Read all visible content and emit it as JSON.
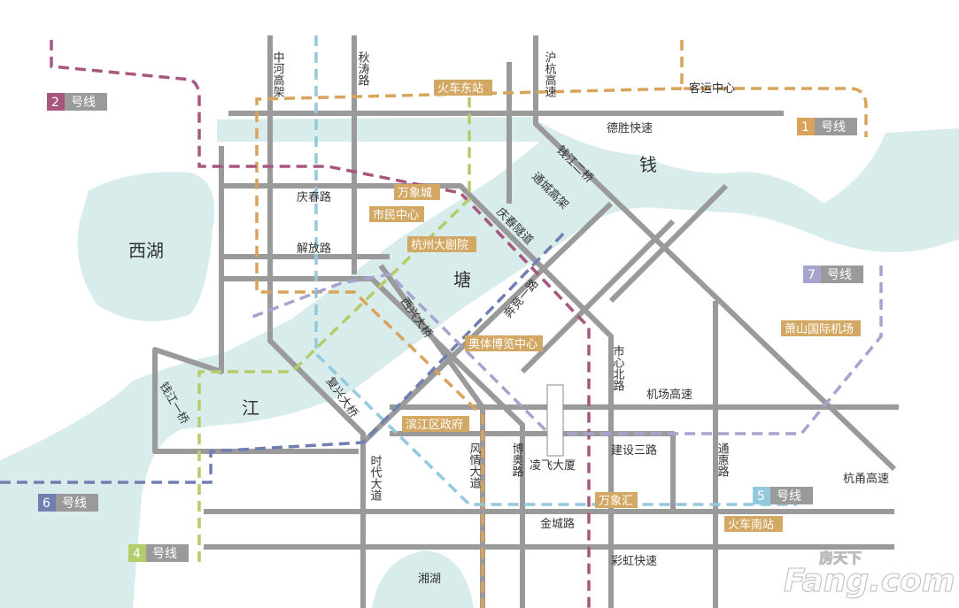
{
  "colors": {
    "road": "#9a9a9a",
    "water": "#d8ecec",
    "station_bg": "#d3a864",
    "line1": "#d9a35c",
    "line2": "#a7567d",
    "line4": "#b4cc6a",
    "line5": "#92c9dd",
    "line6": "#6f7fb2",
    "line7": "#a7a3cf",
    "label_bg": "#9a9a9a"
  },
  "areas": {
    "west_lake": "西湖",
    "qian": "钱",
    "tang": "塘",
    "jiang": "江",
    "xiang_lake": "湘湖"
  },
  "roads": {
    "zhonghe": "中河高架",
    "qiutao": "秋涛路",
    "huhang": "沪杭高速",
    "desheng": "德胜快速",
    "qingchun": "庆春路",
    "jiefang": "解放路",
    "qianjiang2": "钱江二桥",
    "shangchang": "通城高架",
    "qingchun_tunnel": "庆春隧道",
    "xixing": "西兴大桥",
    "benjing": "奔竞一路",
    "shixin": "市心北路",
    "airport": "机场高速",
    "fuxing": "复兴大桥",
    "qianjiang1": "钱江一桥",
    "shidai": "时代大道",
    "fengqing": "风情大道",
    "boao": "博奥路",
    "jianshe3": "建设三路",
    "tonghui": "通惠路",
    "hangyong": "杭甬高速",
    "jincheng": "金城路",
    "caihong": "彩虹快速"
  },
  "stations": {
    "east": "火车东站",
    "bus": "客运中心",
    "wanxiang": "万象城",
    "civic": "市民中心",
    "theatre": "杭州大剧院",
    "olympic": "奥体博览中心",
    "binjiang_gov": "滨江区政府",
    "wanxianghui": "万象汇",
    "south": "火车南站",
    "airport": "萧山国际机场"
  },
  "landmark": "凌飞大厦",
  "lines": [
    {
      "num": "1",
      "suffix": "号线"
    },
    {
      "num": "2",
      "suffix": "号线"
    },
    {
      "num": "4",
      "suffix": "号线"
    },
    {
      "num": "5",
      "suffix": "号线"
    },
    {
      "num": "6",
      "suffix": "号线"
    },
    {
      "num": "7",
      "suffix": "号线"
    }
  ],
  "watermark": {
    "cn": "房天下",
    "en": "Fang.com"
  }
}
